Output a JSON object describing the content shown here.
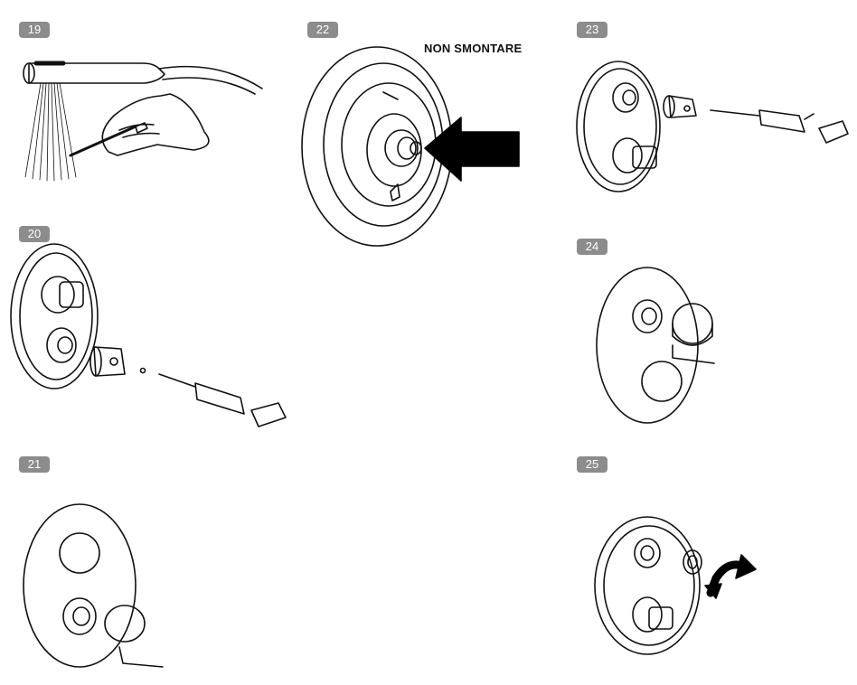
{
  "steps": {
    "s19": "19",
    "s20": "20",
    "s21": "21",
    "s22": "22",
    "s23": "23",
    "s24": "24",
    "s25": "25"
  },
  "note22": "NON SMONTARE",
  "colors": {
    "badge": "#8c8c8c",
    "ink": "#111111",
    "arrow": "#000000"
  }
}
